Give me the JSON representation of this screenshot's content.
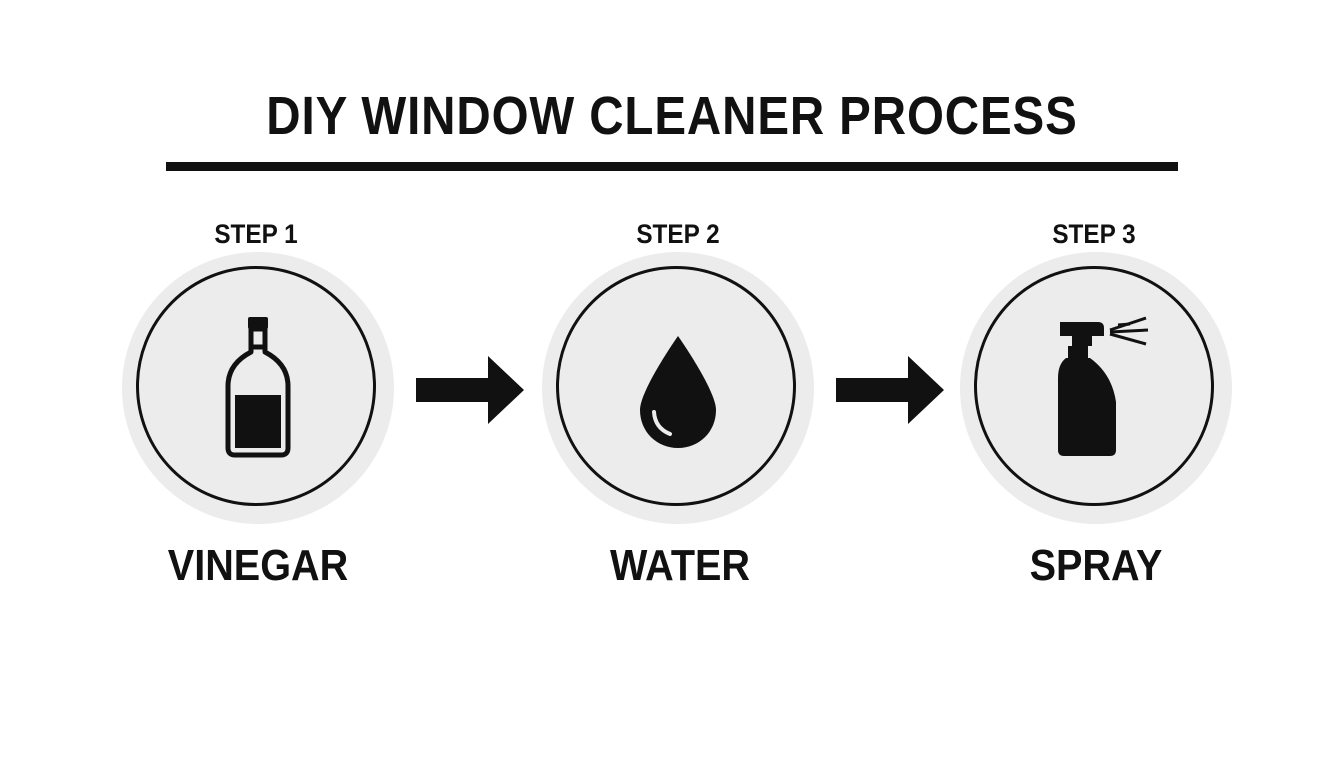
{
  "title": "DIY WINDOW CLEANER PROCESS",
  "steps": [
    {
      "label": "STEP 1",
      "name": "VINEGAR",
      "icon": "vinegar-bottle-icon"
    },
    {
      "label": "STEP 2",
      "name": "WATER",
      "icon": "water-drop-icon"
    },
    {
      "label": "STEP 3",
      "name": "SPRAY",
      "icon": "spray-bottle-icon"
    }
  ],
  "colors": {
    "ink": "#111111",
    "circle_fill": "#ececec",
    "background": "#ffffff"
  }
}
